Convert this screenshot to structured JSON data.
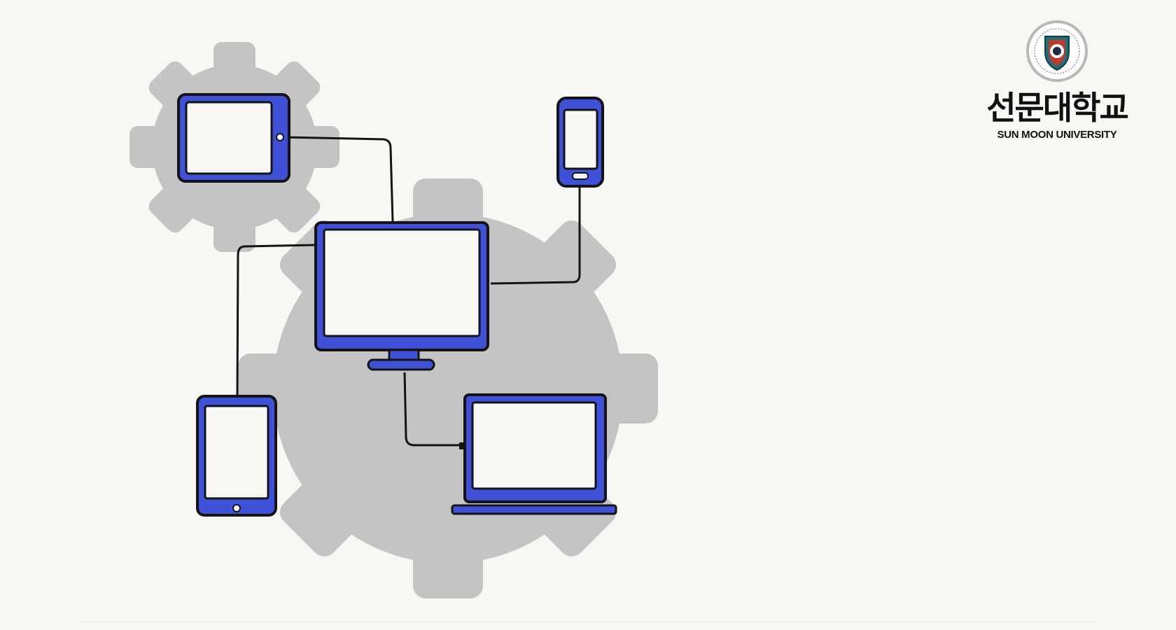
{
  "logo": {
    "name_korean": "선문대학교",
    "name_english": "SUN MOON UNIVERSITY",
    "emblem_icon": "university-crest-icon"
  },
  "illustration": {
    "gear_icon": "gear-icon",
    "devices": [
      {
        "kind": "tablet-landscape",
        "icon": "tablet-icon"
      },
      {
        "kind": "smartphone",
        "icon": "smartphone-icon"
      },
      {
        "kind": "desktop-monitor",
        "icon": "monitor-icon"
      },
      {
        "kind": "tablet-portrait",
        "icon": "tablet-icon"
      },
      {
        "kind": "laptop",
        "icon": "laptop-icon"
      }
    ]
  },
  "colors": {
    "background": "#f7f7f4",
    "device_blue": "#3f51d8",
    "outline": "#141414",
    "gear_gray": "#c4c4c4",
    "screen": "#f7f7f4",
    "crest_teal": "#1f6f7a",
    "crest_red": "#c0392b"
  }
}
